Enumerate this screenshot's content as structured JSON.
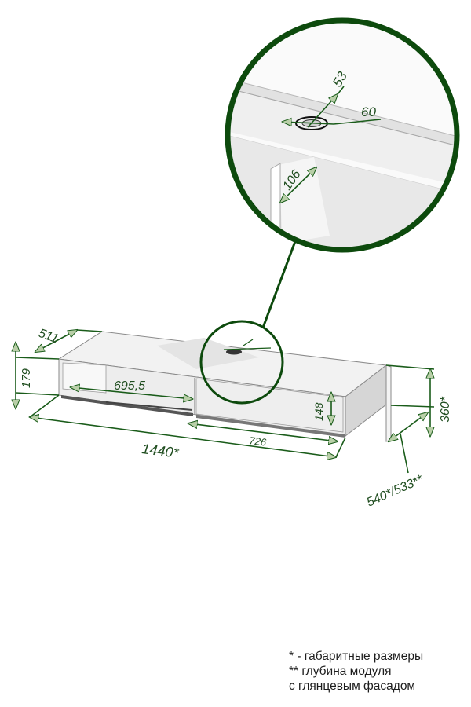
{
  "dimensions": {
    "detail_angle": "53",
    "detail_diameter": "60",
    "detail_offset": "106",
    "depth": "511",
    "height_front": "179",
    "inner_width": "695,5",
    "inner_height": "148",
    "total_width": "1440*",
    "half_width": "726",
    "total_height": "360*",
    "total_depth": "540*/533**"
  },
  "notes": [
    "* - габаритные размеры",
    "** глубина модуля",
    "с глянцевым фасадом"
  ],
  "colors": {
    "dimension_line": "#1a5c1a",
    "circle_outline": "#0d4a0d",
    "furniture_edge": "#8a8a8a",
    "panel_fill": "#e8e8e8"
  }
}
